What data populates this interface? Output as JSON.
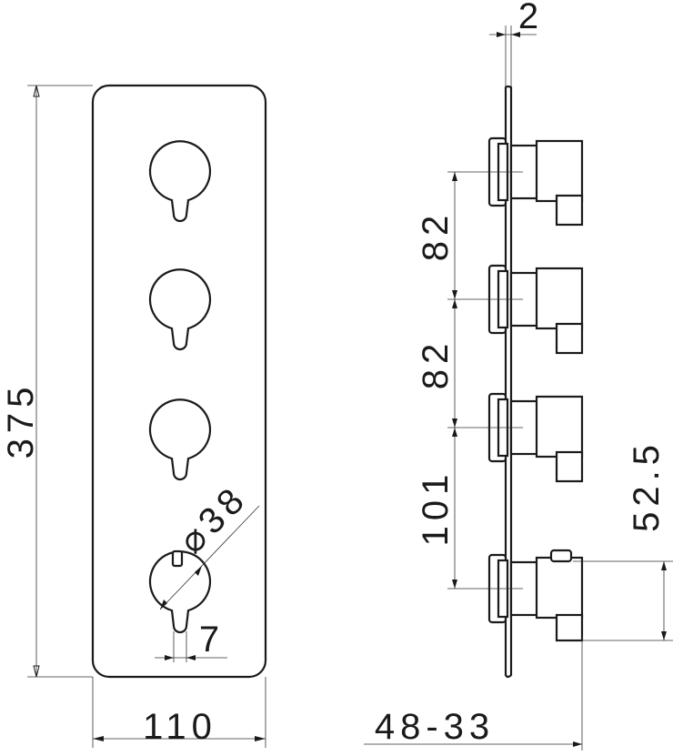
{
  "drawing": {
    "front_view": {
      "height_label": "375",
      "width_label": "110",
      "knob_diameter_label": "⌀38",
      "lever_width_label": "7"
    },
    "side_view": {
      "plate_thickness_label": "2",
      "spacing_labels": [
        "82",
        "82",
        "101"
      ],
      "lever_offset_label": "52.5",
      "depth_label": "48-33"
    }
  }
}
